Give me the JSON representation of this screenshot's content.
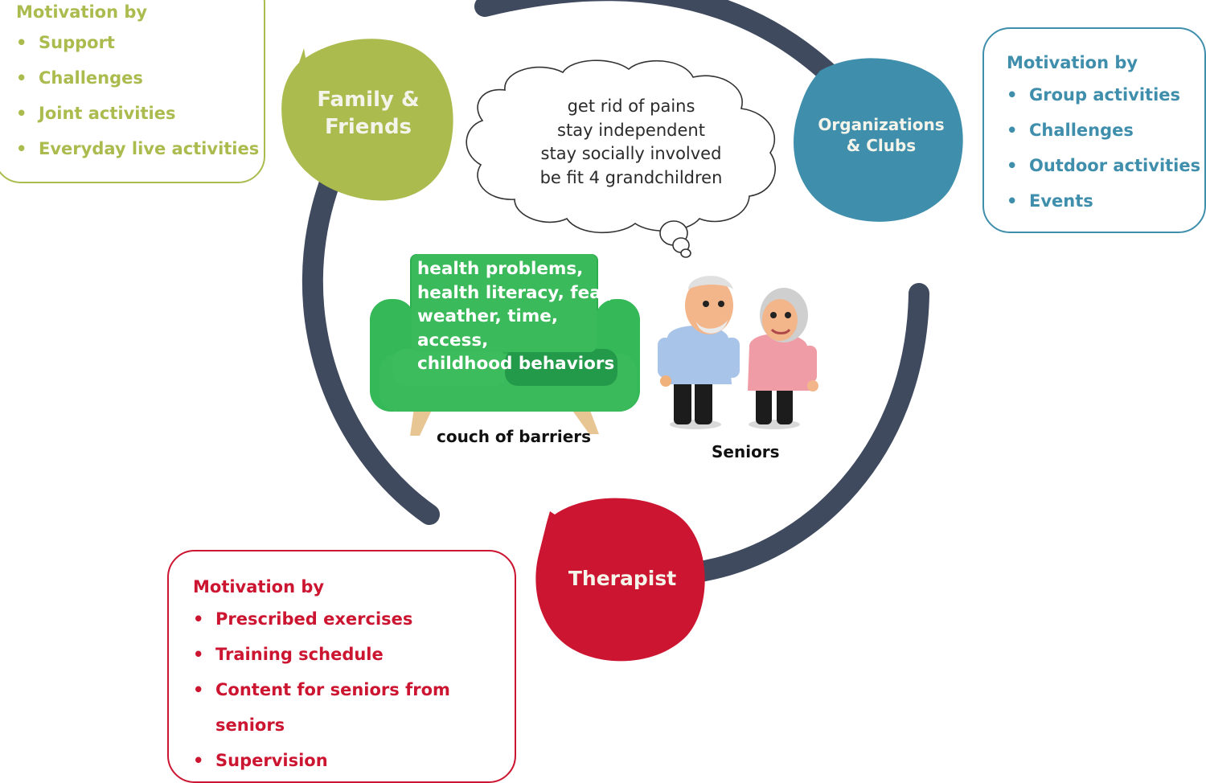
{
  "family_box": {
    "title": "Motivation by",
    "items": [
      "Support",
      "Challenges",
      "Joint activities",
      "Everyday live activities"
    ],
    "color": "#abbb4e"
  },
  "organizations_box": {
    "title": "Motivation by",
    "items": [
      "Group activities",
      "Challenges",
      "Outdoor activities",
      "Events"
    ],
    "color": "#3e8eac"
  },
  "therapist_box": {
    "title": "Motivation by",
    "items": [
      "Prescribed exercises",
      "Training schedule",
      "Content for seniors from seniors",
      "Supervision"
    ],
    "color": "#cc1530"
  },
  "nodes": {
    "family": {
      "line1": "Family &",
      "line2": "Friends",
      "color": "#abbb4e"
    },
    "organizations": {
      "line1": "Organizations",
      "line2": "& Clubs",
      "color": "#3e8eac"
    },
    "therapist": {
      "label": "Therapist",
      "color": "#cc1530"
    }
  },
  "thought_bubble": {
    "lines": [
      "get rid of pains",
      "stay independent",
      "stay socially involved",
      "be fit 4 grandchildren"
    ]
  },
  "couch": {
    "barriers": [
      "health problems,",
      "health literacy, fear,",
      "weather, time, access,",
      "childhood behaviors"
    ],
    "caption": "couch of barriers",
    "color": "#3aba5a"
  },
  "seniors": {
    "caption": "Seniors"
  },
  "cycle_color": "#3f4a5e"
}
